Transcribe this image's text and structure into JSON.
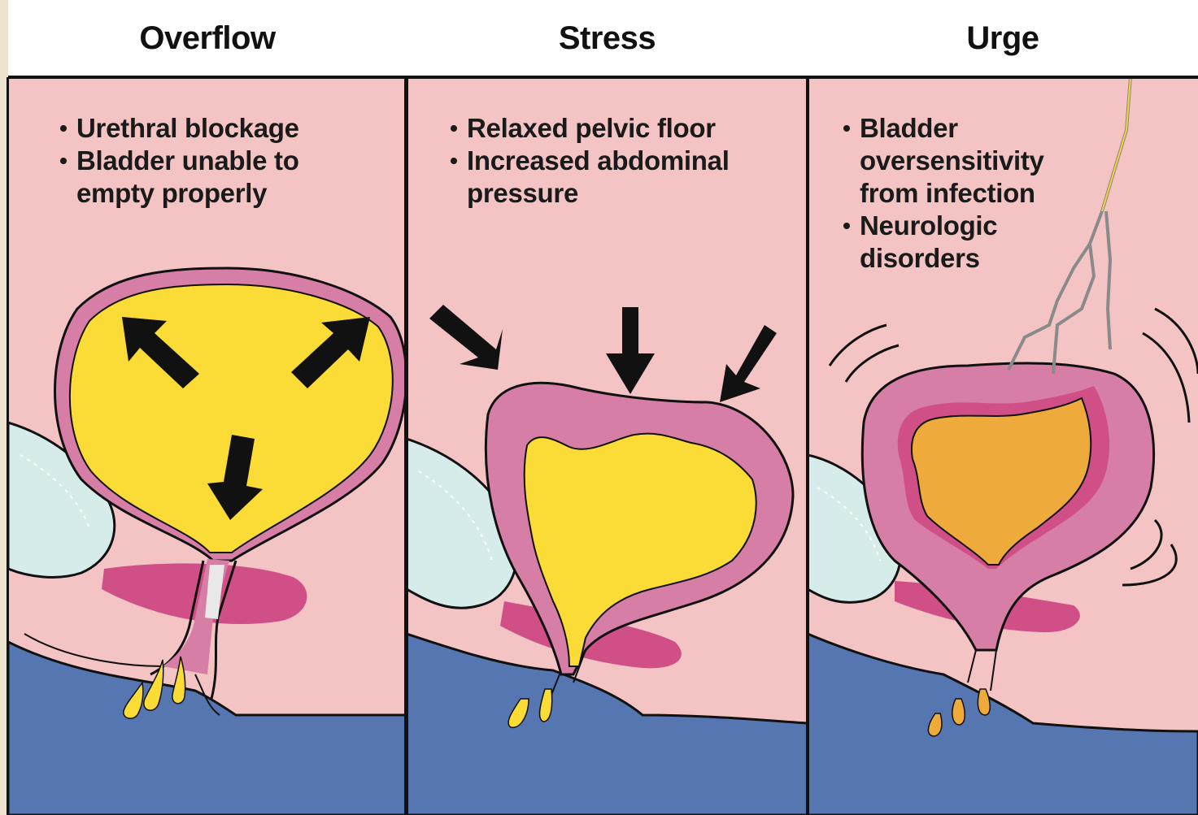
{
  "panels": [
    {
      "title": "Overflow",
      "notes": [
        "Urethral blockage",
        "Bladder unable to\nempty properly"
      ]
    },
    {
      "title": "Stress",
      "notes": [
        "Relaxed pelvic floor",
        "Increased abdominal\npressure"
      ]
    },
    {
      "title": "Urge",
      "notes": [
        "Bladder\noversensitivity\nfrom infection",
        "Neurologic\ndisorders"
      ]
    }
  ],
  "colors": {
    "frame_background": "#eee3cf",
    "header_background": "#ffffff",
    "tissue_pink": "#f4c4c4",
    "bladder_wall": "#d67ea5",
    "pelvic_muscle": "#cf4f86",
    "bone": "#d5ecea",
    "floor_blue": "#5676b2",
    "urine_yellow": "#fbdb36",
    "urine_amber": "#eeab3b",
    "nerve": "#8a8a8a"
  }
}
